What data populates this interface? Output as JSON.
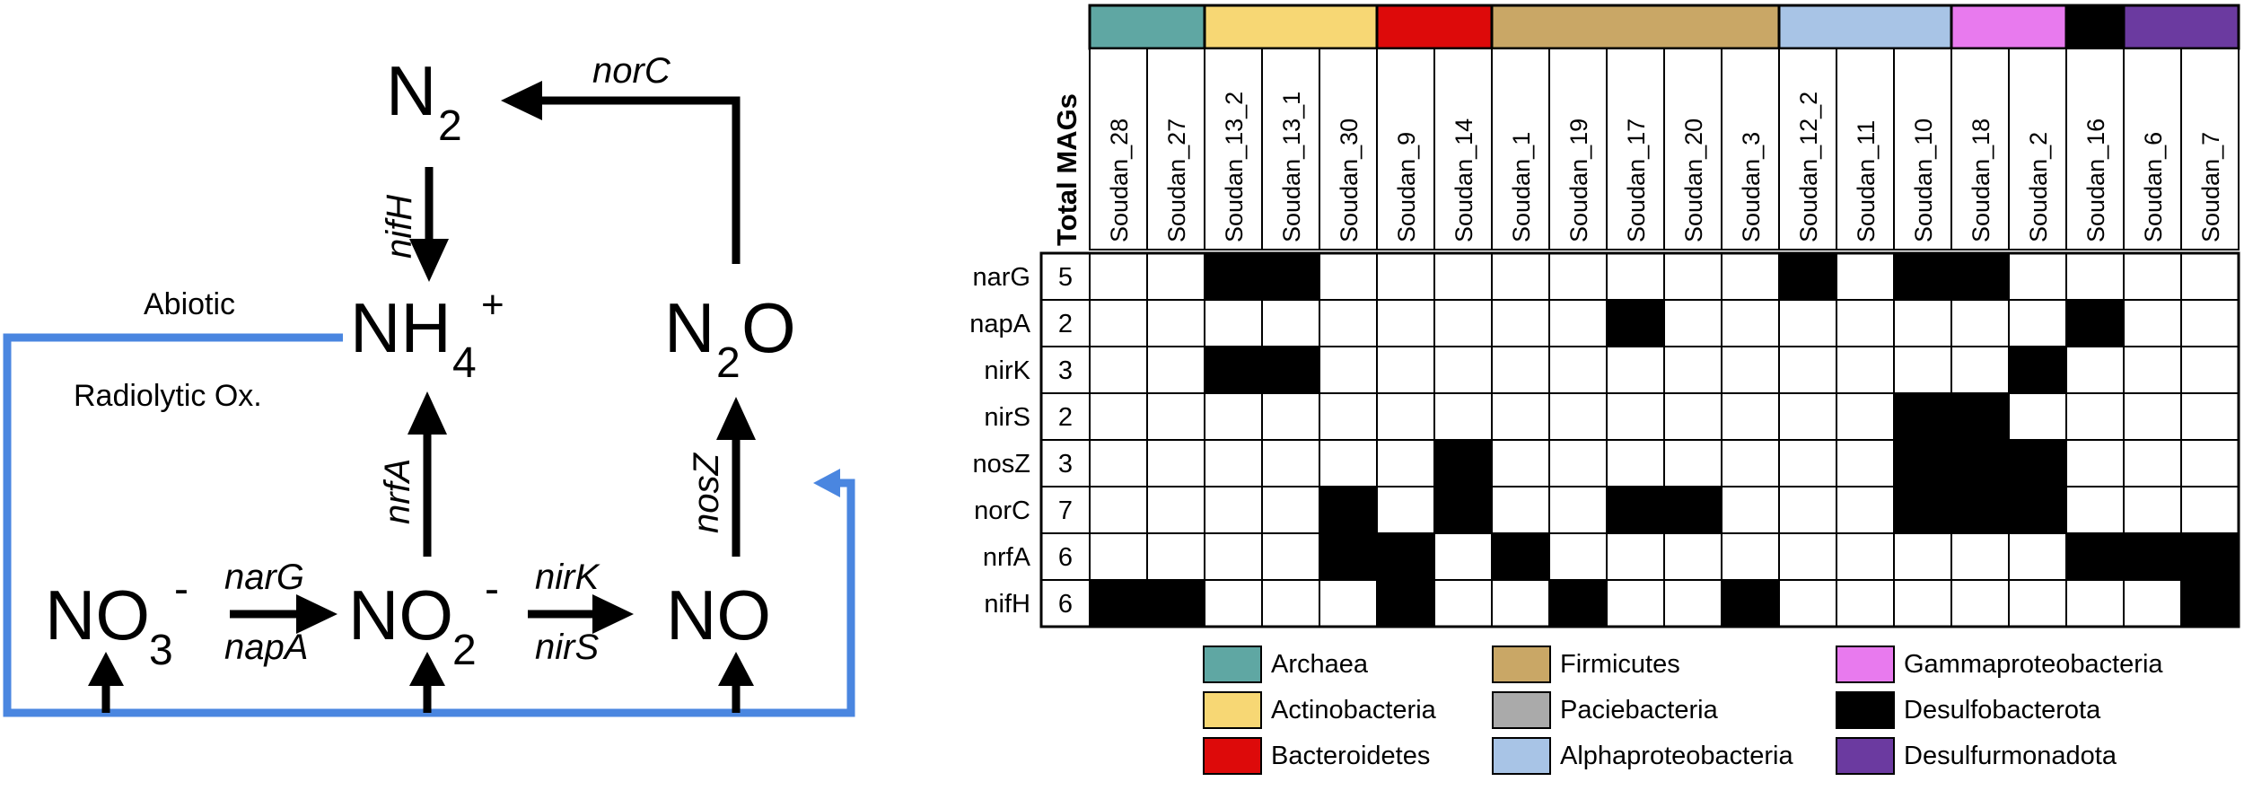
{
  "cycle": {
    "species": {
      "n2": {
        "base": "N",
        "sub": "2",
        "sup": ""
      },
      "nh4": {
        "base": "NH",
        "sub": "4",
        "sup": "+"
      },
      "n2o": {
        "base": "N",
        "sub": "2",
        "sup": "",
        "tail": "O"
      },
      "no3": {
        "base": "NO",
        "sub": "3",
        "sup": "-"
      },
      "no2": {
        "base": "NO",
        "sub": "2",
        "sup": "-"
      },
      "no": {
        "base": "NO",
        "sub": "",
        "sup": ""
      }
    },
    "genes": {
      "norC": "norC",
      "nifH": "nifH",
      "nrfA": "nrfA",
      "nosZ": "nosZ",
      "narG": "narG",
      "napA": "napA",
      "nirK": "nirK",
      "nirS": "nirS"
    },
    "abiotic": "Abiotic",
    "radiolytic": "Radiolytic Ox.",
    "abiotic_color": "#4a86e0"
  },
  "matrix": {
    "total_header": "Total MAGs",
    "columns": [
      "Soudan_28",
      "Soudan_27",
      "Soudan_13_2",
      "Soudan_13_1",
      "Soudan_30",
      "Soudan_9",
      "Soudan_14",
      "Soudan_1",
      "Soudan_19",
      "Soudan_17",
      "Soudan_20",
      "Soudan_3",
      "Soudan_12_2",
      "Soudan_11",
      "Soudan_10",
      "Soudan_18",
      "Soudan_2",
      "Soudan_16",
      "Soudan_6",
      "Soudan_7"
    ],
    "column_groups": [
      "Archaea",
      "Archaea",
      "Actinobacteria",
      "Actinobacteria",
      "Actinobacteria",
      "Bacteroidetes",
      "Bacteroidetes",
      "Firmicutes",
      "Firmicutes",
      "Firmicutes",
      "Firmicutes",
      "Firmicutes",
      "Alphaproteobacteria",
      "Alphaproteobacteria",
      "Alphaproteobacteria",
      "Gammaproteobacteria",
      "Gammaproteobacteria",
      "Desulfobacterota",
      "Desulfurmonadota",
      "Desulfurmonadota"
    ],
    "rows": [
      {
        "gene": "narG",
        "total": "5",
        "presence": [
          0,
          0,
          1,
          1,
          0,
          0,
          0,
          0,
          0,
          0,
          0,
          0,
          1,
          0,
          1,
          1,
          0,
          0,
          0,
          0
        ]
      },
      {
        "gene": "napA",
        "total": "2",
        "presence": [
          0,
          0,
          0,
          0,
          0,
          0,
          0,
          0,
          0,
          1,
          0,
          0,
          0,
          0,
          0,
          0,
          0,
          1,
          0,
          0
        ]
      },
      {
        "gene": "nirK",
        "total": "3",
        "presence": [
          0,
          0,
          1,
          1,
          0,
          0,
          0,
          0,
          0,
          0,
          0,
          0,
          0,
          0,
          0,
          0,
          1,
          0,
          0,
          0
        ]
      },
      {
        "gene": "nirS",
        "total": "2",
        "presence": [
          0,
          0,
          0,
          0,
          0,
          0,
          0,
          0,
          0,
          0,
          0,
          0,
          0,
          0,
          1,
          1,
          0,
          0,
          0,
          0
        ]
      },
      {
        "gene": "nosZ",
        "total": "3",
        "presence": [
          0,
          0,
          0,
          0,
          0,
          0,
          1,
          0,
          0,
          0,
          0,
          0,
          0,
          0,
          1,
          1,
          1,
          0,
          0,
          0
        ]
      },
      {
        "gene": "norC",
        "total": "7",
        "presence": [
          0,
          0,
          0,
          0,
          1,
          0,
          1,
          0,
          0,
          1,
          1,
          0,
          0,
          0,
          1,
          1,
          1,
          0,
          0,
          0
        ]
      },
      {
        "gene": "nrfA",
        "total": "6",
        "presence": [
          0,
          0,
          0,
          0,
          1,
          1,
          0,
          1,
          0,
          0,
          0,
          0,
          0,
          0,
          0,
          0,
          0,
          1,
          1,
          1
        ]
      },
      {
        "gene": "nifH",
        "total": "6",
        "presence": [
          1,
          1,
          0,
          0,
          0,
          1,
          0,
          0,
          1,
          0,
          0,
          1,
          0,
          0,
          0,
          0,
          0,
          0,
          0,
          1
        ]
      }
    ]
  },
  "legend": [
    {
      "name": "Archaea",
      "color": "#5fa7a3"
    },
    {
      "name": "Actinobacteria",
      "color": "#f7d774"
    },
    {
      "name": "Bacteroidetes",
      "color": "#dd0a0a"
    },
    {
      "name": "Firmicutes",
      "color": "#c9a766"
    },
    {
      "name": "Paciebacteria",
      "color": "#aaaaaa"
    },
    {
      "name": "Alphaproteobacteria",
      "color": "#a8c4e6"
    },
    {
      "name": "Gammaproteobacteria",
      "color": "#e87aee"
    },
    {
      "name": "Desulfobacterota",
      "color": "#000000"
    },
    {
      "name": "Desulfurmonadota",
      "color": "#6b3aa0"
    }
  ]
}
